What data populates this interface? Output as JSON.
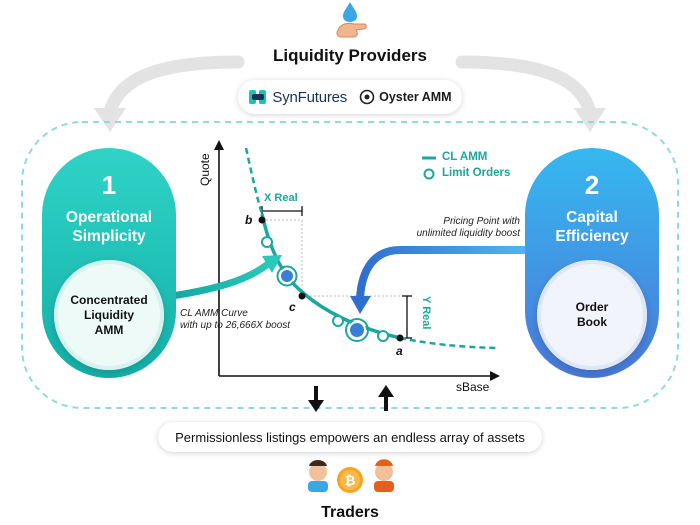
{
  "header": {
    "title": "Liquidity Providers",
    "icon": "hand-droplet-icon"
  },
  "brands": {
    "synfutures": "SynFutures",
    "oyster": "Oyster AMM"
  },
  "left_capsule": {
    "number": "1",
    "title_line1": "Operational",
    "title_line2": "Simplicity",
    "inner_line1": "Concentrated",
    "inner_line2": "Liquidity",
    "inner_line3": "AMM"
  },
  "right_capsule": {
    "number": "2",
    "title_line1": "Capital",
    "title_line2": "Efficiency",
    "inner_line1": "Order",
    "inner_line2": "Book"
  },
  "chart": {
    "ylabel": "Quote",
    "xlabel": "sBase",
    "legend_cl": "CL AMM",
    "legend_limit": "Limit Orders",
    "x_real": "X Real",
    "y_real": "Y Real",
    "point_a": "a",
    "point_b": "b",
    "point_c": "c",
    "curve_note_line1": "CL AMM Curve",
    "curve_note_line2": "with up to 26,666X boost",
    "pricing_note_line1": "Pricing Point with",
    "pricing_note_line2": "unlimited liquidity boost"
  },
  "bottom": {
    "banner": "Permissionless listings empowers an endless array of assets",
    "title": "Traders"
  },
  "colors": {
    "teal": "#1aa89e",
    "blue": "#3a7fd6",
    "grey_arrow": "#e3e3e3"
  }
}
